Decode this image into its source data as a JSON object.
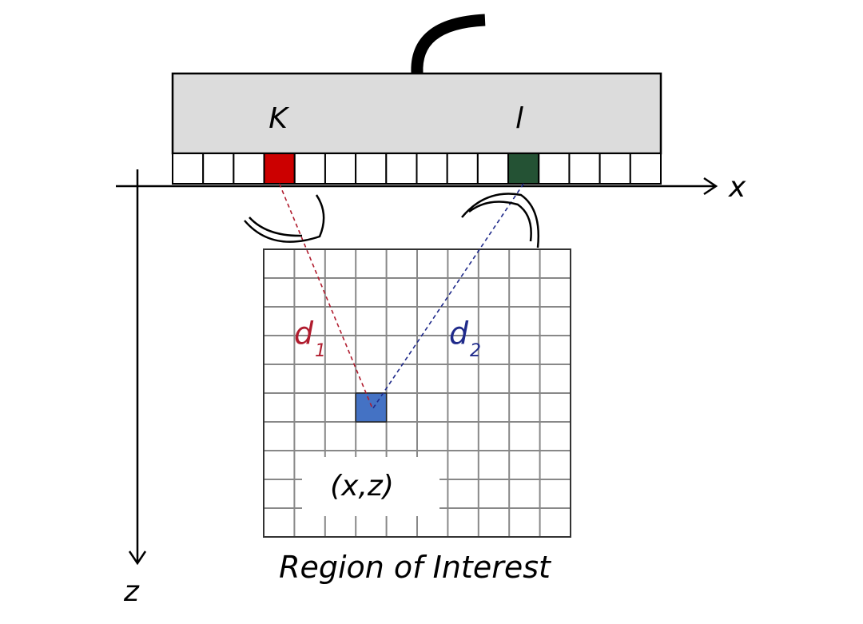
{
  "labels": {
    "element_k": "K",
    "element_l": "l",
    "axis_x": "x",
    "axis_z": "z",
    "distance_1_main": "d",
    "distance_1_sub": "1",
    "distance_2_main": "d",
    "distance_2_sub": "2",
    "pixel_coord": "(x,z)",
    "region_caption": "Region of Interest"
  },
  "transducer": {
    "element_count": 16,
    "element_k_index": 3,
    "element_l_index": 11
  },
  "roi_grid": {
    "columns": 10,
    "rows": 10,
    "highlight_column": 3,
    "highlight_row": 5
  },
  "colors": {
    "housing_fill": "#dcdcdc",
    "element_k": "#cc0000",
    "element_l": "#245234",
    "pixel": "#4472c4",
    "path_d1": "#b01c2e",
    "path_d2": "#1f2a8a",
    "grid_line": "#888888",
    "outline": "#000000"
  }
}
